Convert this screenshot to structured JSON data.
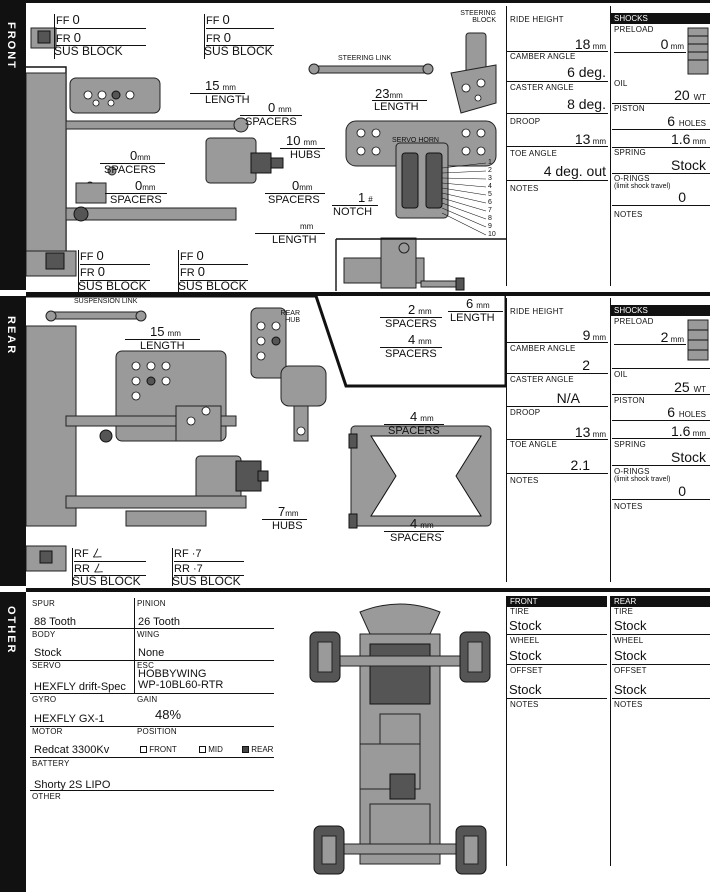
{
  "sections": {
    "front": "FRONT",
    "rear": "REAR",
    "other": "OTHER"
  },
  "front": {
    "ff1": {
      "key": "FF",
      "val": "0"
    },
    "fr1": {
      "key": "FR",
      "val": "0"
    },
    "ff2": {
      "key": "FF",
      "val": "0"
    },
    "fr2": {
      "key": "FR",
      "val": "0"
    },
    "ff3": {
      "key": "FF",
      "val": "0"
    },
    "fr3": {
      "key": "FR",
      "val": "0"
    },
    "ff4": {
      "key": "FF",
      "val": "0"
    },
    "fr4": {
      "key": "FR",
      "val": "0"
    },
    "sus_block": "SUS BLOCK",
    "steering_block": "STEERING\nBLOCK",
    "steering_link": "STEERING LINK",
    "steering_link_len": "23",
    "link_len": "15",
    "mm": "mm",
    "length": "LENGTH",
    "spacers": "SPACERS",
    "hubs": "HUBS",
    "notch": "NOTCH",
    "servo_horn": "SERVO HORN",
    "spacer_top": "0",
    "spacer_left1": "0",
    "spacer_left2": "0",
    "spacer_right": "0",
    "hubs_val": "10",
    "notch_val": "1",
    "notch_hash": "#",
    "horn_numbers": [
      "1",
      "2",
      "3",
      "4",
      "5",
      "6",
      "7",
      "8",
      "9",
      "10"
    ],
    "lower_spacer1": "2",
    "lower_spacer2": "4",
    "lower_len": "6",
    "ride_height_label": "RIDE HEIGHT",
    "ride_height": "18",
    "camber_label": "CAMBER ANGLE",
    "camber": "6 deg.",
    "caster_label": "CASTER ANGLE",
    "caster": "8 deg.",
    "droop_label": "DROOP",
    "droop": "13",
    "toe_label": "TOE ANGLE",
    "toe": "4 deg. out",
    "notes_label": "NOTES",
    "shocks": {
      "title": "SHOCKS",
      "preload_label": "PRELOAD",
      "preload": "0",
      "oil_label": "OIL",
      "oil": "20",
      "oil_unit": "WT",
      "piston_label": "PISTON",
      "piston_holes": "6",
      "holes_unit": "HOLES",
      "piston_mm": "1.6",
      "spring_label": "SPRING",
      "spring": "Stock",
      "orings_label": "O-RINGS",
      "orings_note": "(limit shock travel)",
      "orings": "0",
      "notes_label": "NOTES"
    }
  },
  "rear": {
    "suspension_link": "SUSPENSION LINK",
    "rear_hub": "REAR\nHUB",
    "link_len": "15",
    "hubs_val": "7",
    "spacer_top": "4",
    "spacer_bottom": "4",
    "rf1": {
      "key": "RF",
      "val": "ㄥ"
    },
    "rr1": {
      "key": "RR",
      "val": "ㄥ"
    },
    "rf2": {
      "key": "RF",
      "val": "·7"
    },
    "rr2": {
      "key": "RR",
      "val": "·7"
    },
    "ride_height": "9",
    "camber": "2",
    "caster": "N/A",
    "droop": "13",
    "toe": "2.1",
    "shocks": {
      "preload": "2",
      "oil": "25",
      "piston_holes": "6",
      "piston_mm": "1.6",
      "spring": "Stock",
      "orings": "0"
    }
  },
  "other": {
    "spur_label": "SPUR",
    "spur": "88 Tooth",
    "pinion_label": "PINION",
    "pinion": "26 Tooth",
    "body_label": "BODY",
    "body": "Stock",
    "wing_label": "WING",
    "wing": "None",
    "servo_label": "SERVO",
    "servo": "HEXFLY drift-Spec",
    "esc_label": "ESC",
    "esc": "HOBBYWING\nWP-10BL60-RTR",
    "gyro_label": "GYRO",
    "gyro": "HEXFLY GX-1",
    "gain_label": "GAIN",
    "gain": "48%",
    "motor_label": "MOTOR",
    "motor": "Redcat 3300Kv",
    "position_label": "POSITION",
    "pos_front": "FRONT",
    "pos_mid": "MID",
    "pos_rear": "REAR",
    "battery_label": "BATTERY",
    "battery": "Shorty 2S LIPO",
    "other_label": "OTHER"
  },
  "tires": {
    "front_title": "FRONT",
    "rear_title": "REAR",
    "tire_label": "TIRE",
    "wheel_label": "WHEEL",
    "offset_label": "OFFSET",
    "notes_label": "NOTES",
    "front_tire": "Stock",
    "front_wheel": "Stock",
    "front_offset": "Stock",
    "rear_tire": "Stock",
    "rear_wheel": "Stock",
    "rear_offset": "Stock"
  }
}
